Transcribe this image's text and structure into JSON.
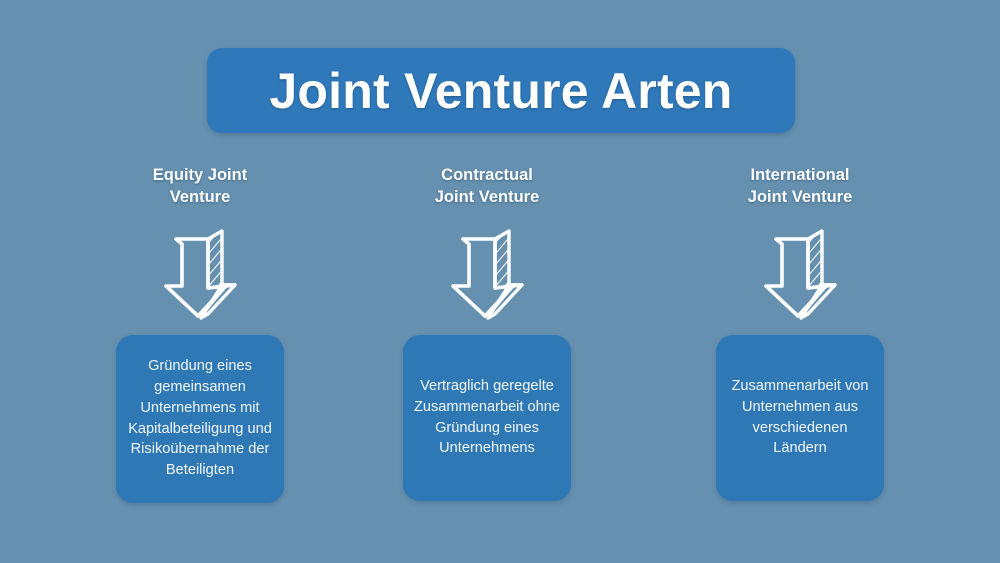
{
  "slide": {
    "background_color": "#6590b0",
    "title": "Joint Venture Arten",
    "title_box_color": "#2f78ba",
    "content_box_color": "#2d78b5",
    "text_color": "#ffffff"
  },
  "columns": [
    {
      "heading_line1": "Equity Joint",
      "heading_line2": "Venture",
      "arrow_icon": "down-arrow-icon",
      "description": "Gründung eines gemeinsamen Unternehmens mit Kapitalbeteiligung und Risikoübernahme der Beteiligten"
    },
    {
      "heading_line1": "Contractual",
      "heading_line2": "Joint Venture",
      "arrow_icon": "down-arrow-icon",
      "description": "Vertraglich geregelte Zusammenarbeit ohne Gründung eines Unternehmens"
    },
    {
      "heading_line1": "International",
      "heading_line2": "Joint Venture",
      "arrow_icon": "down-arrow-icon",
      "description": "Zusammenarbeit von Unternehmen aus verschiedenen Ländern"
    }
  ]
}
